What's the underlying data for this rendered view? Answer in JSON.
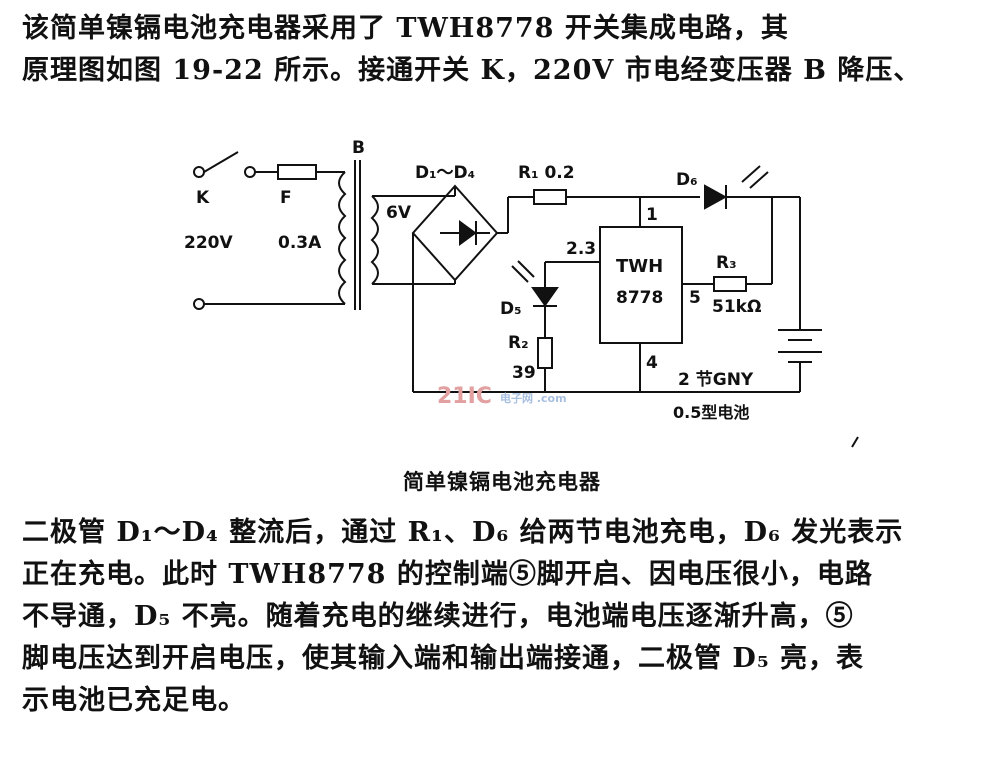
{
  "intro_lines": [
    "该简单镍镉电池充电器采用了 TWH8778 开关集成电路，其",
    "原理图如图 19-22 所示。接通开关 K，220V 市电经变压器 B 降压、"
  ],
  "diagram": {
    "switch_label": "K",
    "fuse_label": "F",
    "mains_label": "220V",
    "fuse_rating": "0.3A",
    "transformer_label": "B",
    "secondary_voltage": "6V",
    "bridge_label": "D₁～D₄",
    "r1_label": "R₁ 0.2",
    "d6_label": "D₆",
    "ic_name_line1": "TWH",
    "ic_name_line2": "8778",
    "pin1": "1",
    "pin23": "2.3",
    "pin5": "5",
    "pin4": "4",
    "r3_label": "R₃",
    "r3_value": "51kΩ",
    "d5_label": "D₅",
    "r2_label": "R₂",
    "r2_value": "39",
    "battery_line1": "2 节GNY",
    "battery_line2": "0.5型电池",
    "watermark_main": "21IC",
    "watermark_sub": "电子网 .com"
  },
  "caption": "简单镍镉电池充电器",
  "body_lines": [
    "二极管 D₁～D₄ 整流后，通过 R₁、D₆ 给两节电池充电，D₆ 发光表示",
    "正在充电。此时 TWH8778 的控制端⑤脚开启、因电压很小，电路",
    "不导通，D₅ 不亮。随着充电的继续进行，电池端电压逐渐升高，⑤",
    "脚电压达到开启电压，使其输入端和输出端接通，二极管 D₅ 亮，表",
    "示电池已充足电。"
  ]
}
